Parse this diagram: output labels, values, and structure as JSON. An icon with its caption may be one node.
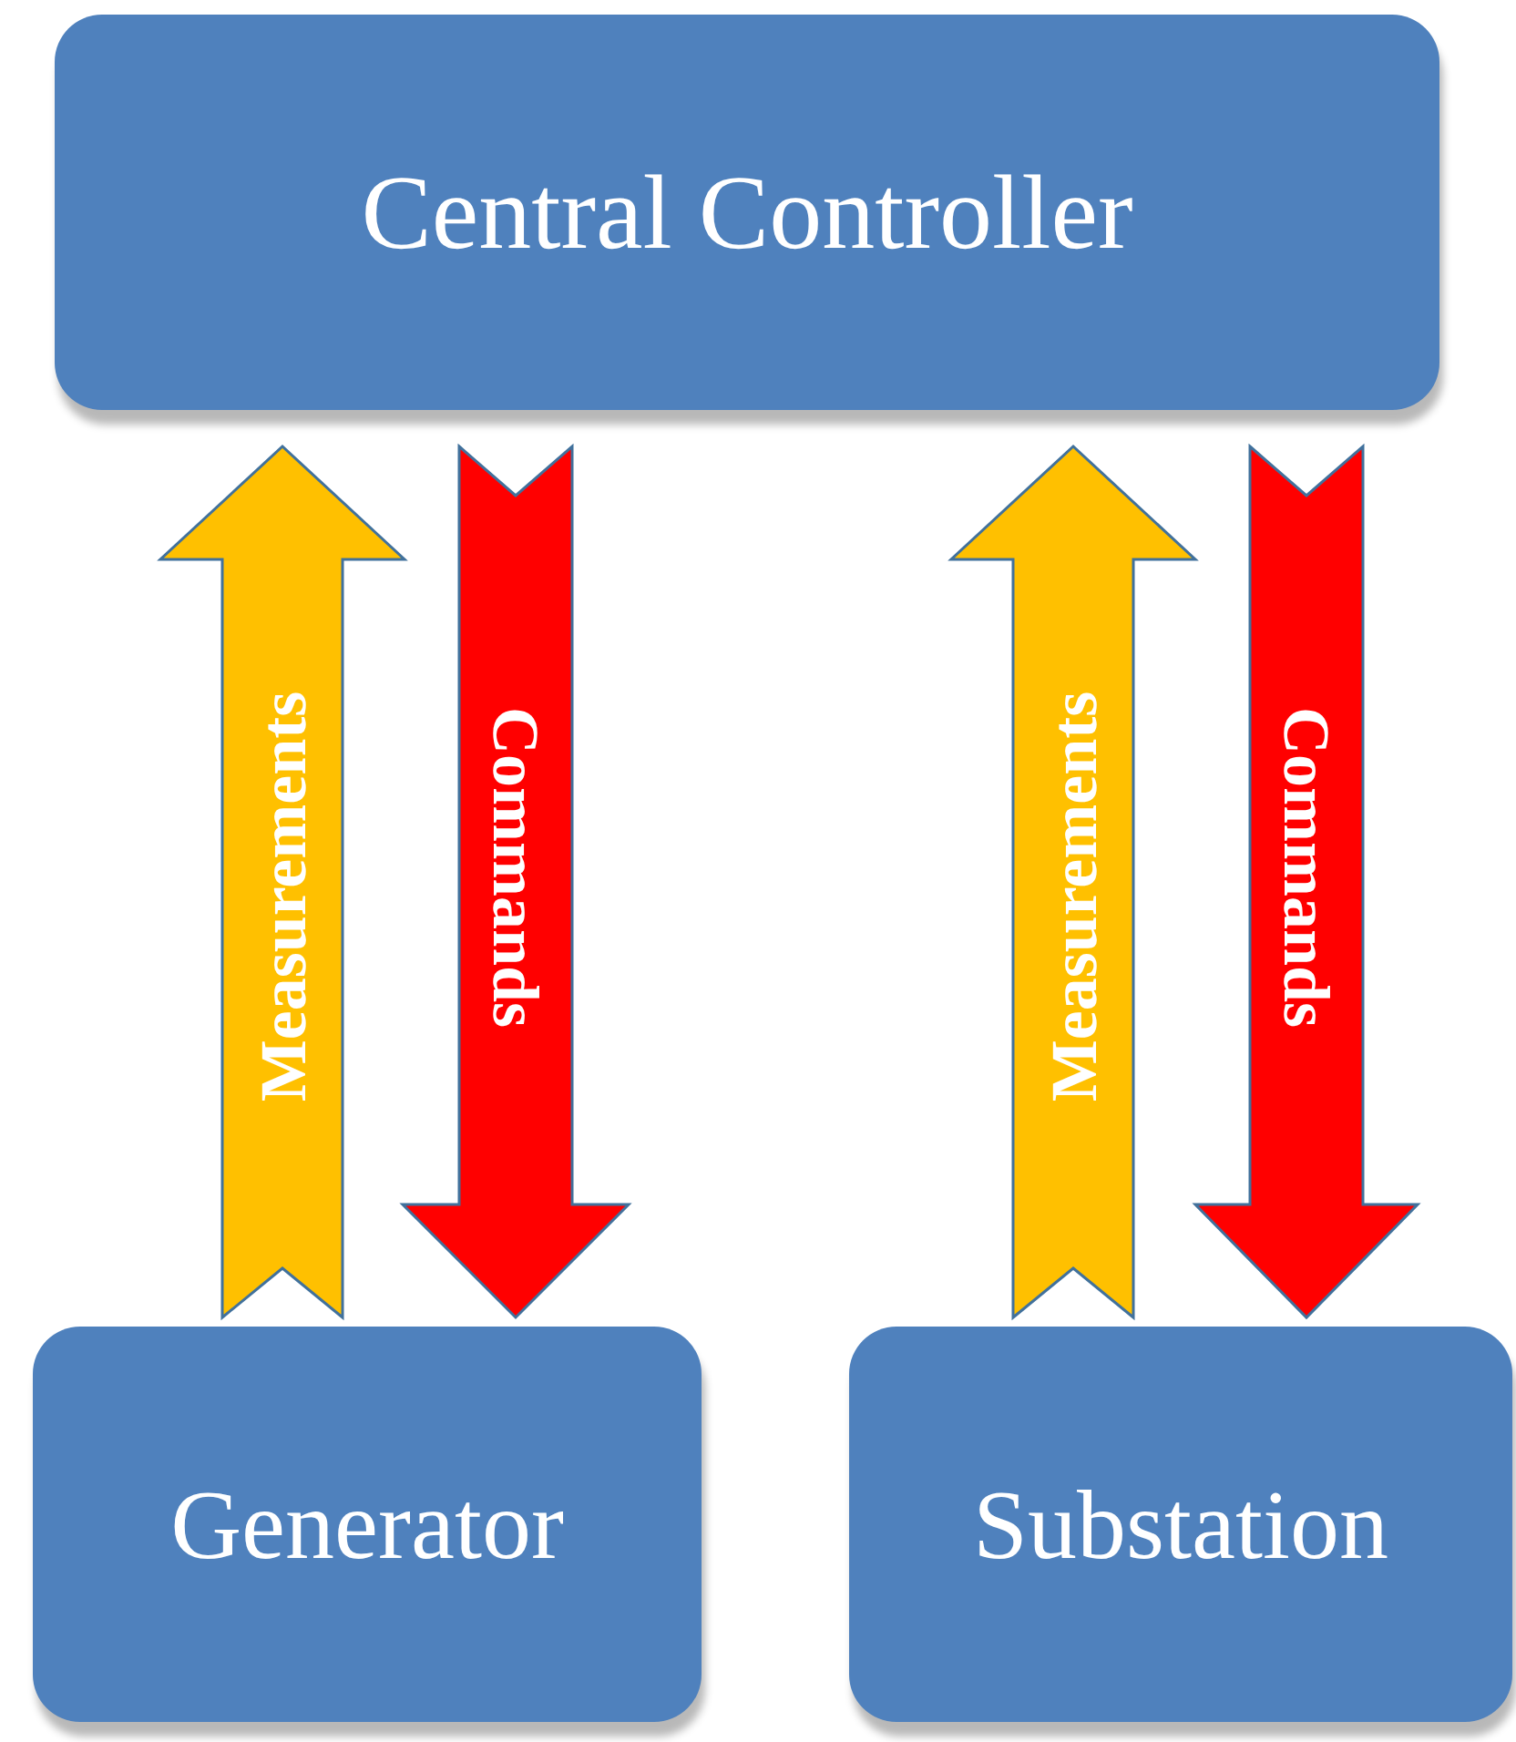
{
  "diagram": {
    "nodes": [
      {
        "text": [
          "Central Controller"
        ]
      },
      {
        "text": [
          "Generator"
        ]
      },
      {
        "text": [
          "Substation"
        ]
      }
    ],
    "edges": [
      {
        "from": 1,
        "to": 0,
        "arrow": "to",
        "label": "Measurements",
        "color": "#ffc000"
      },
      {
        "from": 0,
        "to": 1,
        "arrow": "to",
        "label": "Commands",
        "color": "#ff0000"
      },
      {
        "from": 2,
        "to": 0,
        "arrow": "to",
        "label": "Measurements",
        "color": "#ffc000"
      },
      {
        "from": 0,
        "to": 2,
        "arrow": "to",
        "label": "Commands",
        "color": "#ff0000"
      }
    ]
  }
}
